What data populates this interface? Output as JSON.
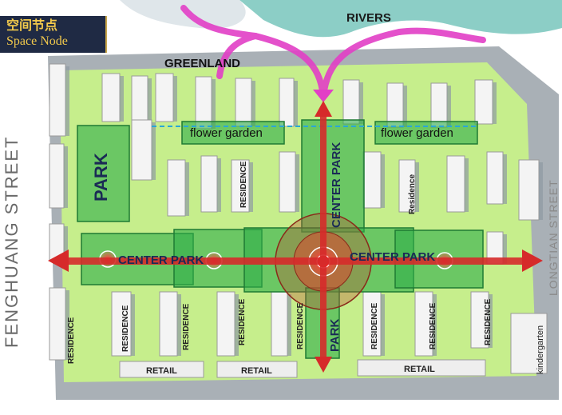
{
  "title": {
    "cn": "空间节点",
    "en": "Space Node"
  },
  "labels": {
    "rivers": "RIVERS",
    "greenland": "GREENLAND",
    "flower_garden": "flower garden",
    "park": "PARK",
    "center_park": "CENTER PARK",
    "residence": "RESIDENCE",
    "residence_lower": "Residence",
    "retail": "RETAIL",
    "kindergarten": "kindergarten"
  },
  "streets": {
    "left": "FENGHUANG STREET",
    "right": "LONGTIAN STREET"
  },
  "colors": {
    "background": "#ffffff",
    "grass": "#c6ee8c",
    "green_zone": "#2fae4a",
    "axis_red": "#d62a2a",
    "river": "#7fc9c0",
    "pink_arrows": "#e23fc6",
    "title_bg": "#1f2a44",
    "title_text": "#f2c94c"
  }
}
